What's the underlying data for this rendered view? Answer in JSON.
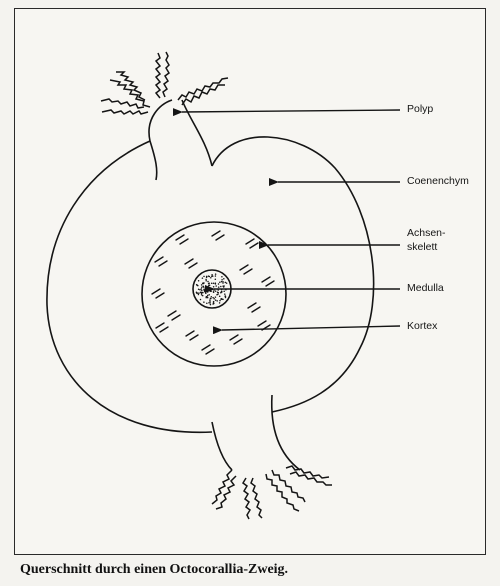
{
  "labels": {
    "polyp": "Polyp",
    "coenenchym": "Coenenchym",
    "achsen_line1": "Achsen-",
    "achsen_line2": "skelett",
    "medulla": "Medulla",
    "kortex": "Kortex"
  },
  "caption": "Querschnitt durch einen Octocorallia-Zweig.",
  "colors": {
    "ink": "#151515",
    "paper": "#f7f6f2"
  }
}
